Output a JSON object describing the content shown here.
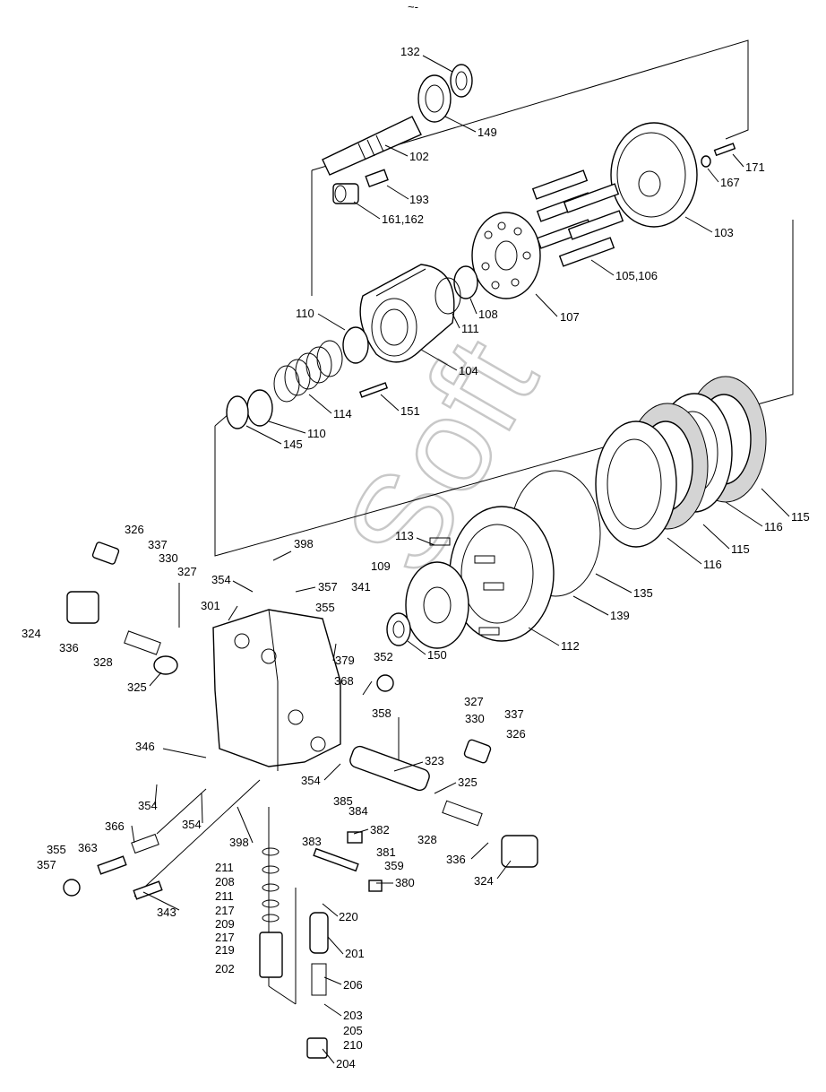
{
  "header_mark": "~-",
  "watermark": "Soft",
  "callouts": [
    {
      "id": "c132",
      "text": "132"
    },
    {
      "id": "c149",
      "text": "149"
    },
    {
      "id": "c102",
      "text": "102"
    },
    {
      "id": "c193",
      "text": "193"
    },
    {
      "id": "c161_162",
      "text": "161,162"
    },
    {
      "id": "c171",
      "text": "171"
    },
    {
      "id": "c167",
      "text": "167"
    },
    {
      "id": "c103",
      "text": "103"
    },
    {
      "id": "c105_106",
      "text": "105,106"
    },
    {
      "id": "c108",
      "text": "108"
    },
    {
      "id": "c107",
      "text": "107"
    },
    {
      "id": "c111",
      "text": "111"
    },
    {
      "id": "c110a",
      "text": "110"
    },
    {
      "id": "c104",
      "text": "104"
    },
    {
      "id": "c114",
      "text": "114"
    },
    {
      "id": "c151",
      "text": "151"
    },
    {
      "id": "c110b",
      "text": "110"
    },
    {
      "id": "c145",
      "text": "145"
    },
    {
      "id": "c115a",
      "text": "115"
    },
    {
      "id": "c116a",
      "text": "116"
    },
    {
      "id": "c115b",
      "text": "115"
    },
    {
      "id": "c116b",
      "text": "116"
    },
    {
      "id": "c135",
      "text": "135"
    },
    {
      "id": "c139",
      "text": "139"
    },
    {
      "id": "c112",
      "text": "112"
    },
    {
      "id": "c113",
      "text": "113"
    },
    {
      "id": "c109",
      "text": "109"
    },
    {
      "id": "c150",
      "text": "150"
    },
    {
      "id": "c326a",
      "text": "326"
    },
    {
      "id": "c337a",
      "text": "337"
    },
    {
      "id": "c330a",
      "text": "330"
    },
    {
      "id": "c327a",
      "text": "327"
    },
    {
      "id": "c398a",
      "text": "398"
    },
    {
      "id": "c354a",
      "text": "354"
    },
    {
      "id": "c357a",
      "text": "357"
    },
    {
      "id": "c341",
      "text": "341"
    },
    {
      "id": "c301",
      "text": "301"
    },
    {
      "id": "c355a",
      "text": "355"
    },
    {
      "id": "c324a",
      "text": "324"
    },
    {
      "id": "c336a",
      "text": "336"
    },
    {
      "id": "c328a",
      "text": "328"
    },
    {
      "id": "c325a",
      "text": "325"
    },
    {
      "id": "c379",
      "text": "379"
    },
    {
      "id": "c352",
      "text": "352"
    },
    {
      "id": "c368",
      "text": "368"
    },
    {
      "id": "c358",
      "text": "358"
    },
    {
      "id": "c327b",
      "text": "327"
    },
    {
      "id": "c330b",
      "text": "330"
    },
    {
      "id": "c337b",
      "text": "337"
    },
    {
      "id": "c326b",
      "text": "326"
    },
    {
      "id": "c346",
      "text": "346"
    },
    {
      "id": "c323",
      "text": "323"
    },
    {
      "id": "c354b",
      "text": "354"
    },
    {
      "id": "c325b",
      "text": "325"
    },
    {
      "id": "c354c",
      "text": "354"
    },
    {
      "id": "c354d",
      "text": "354"
    },
    {
      "id": "c385",
      "text": "385"
    },
    {
      "id": "c384",
      "text": "384"
    },
    {
      "id": "c382",
      "text": "382"
    },
    {
      "id": "c383",
      "text": "383"
    },
    {
      "id": "c328b",
      "text": "328"
    },
    {
      "id": "c366",
      "text": "366"
    },
    {
      "id": "c398b",
      "text": "398"
    },
    {
      "id": "c381",
      "text": "381"
    },
    {
      "id": "c359",
      "text": "359"
    },
    {
      "id": "c380",
      "text": "380"
    },
    {
      "id": "c336b",
      "text": "336"
    },
    {
      "id": "c324b",
      "text": "324"
    },
    {
      "id": "c355b",
      "text": "355"
    },
    {
      "id": "c363",
      "text": "363"
    },
    {
      "id": "c357b",
      "text": "357"
    },
    {
      "id": "c211a",
      "text": "211"
    },
    {
      "id": "c208",
      "text": "208"
    },
    {
      "id": "c211b",
      "text": "211"
    },
    {
      "id": "c217a",
      "text": "217"
    },
    {
      "id": "c209",
      "text": "209"
    },
    {
      "id": "c217b",
      "text": "217"
    },
    {
      "id": "c219",
      "text": "219"
    },
    {
      "id": "c202",
      "text": "202"
    },
    {
      "id": "c343",
      "text": "343"
    },
    {
      "id": "c220",
      "text": "220"
    },
    {
      "id": "c201",
      "text": "201"
    },
    {
      "id": "c206",
      "text": "206"
    },
    {
      "id": "c203",
      "text": "203"
    },
    {
      "id": "c205",
      "text": "205"
    },
    {
      "id": "c210",
      "text": "210"
    },
    {
      "id": "c204",
      "text": "204"
    }
  ]
}
